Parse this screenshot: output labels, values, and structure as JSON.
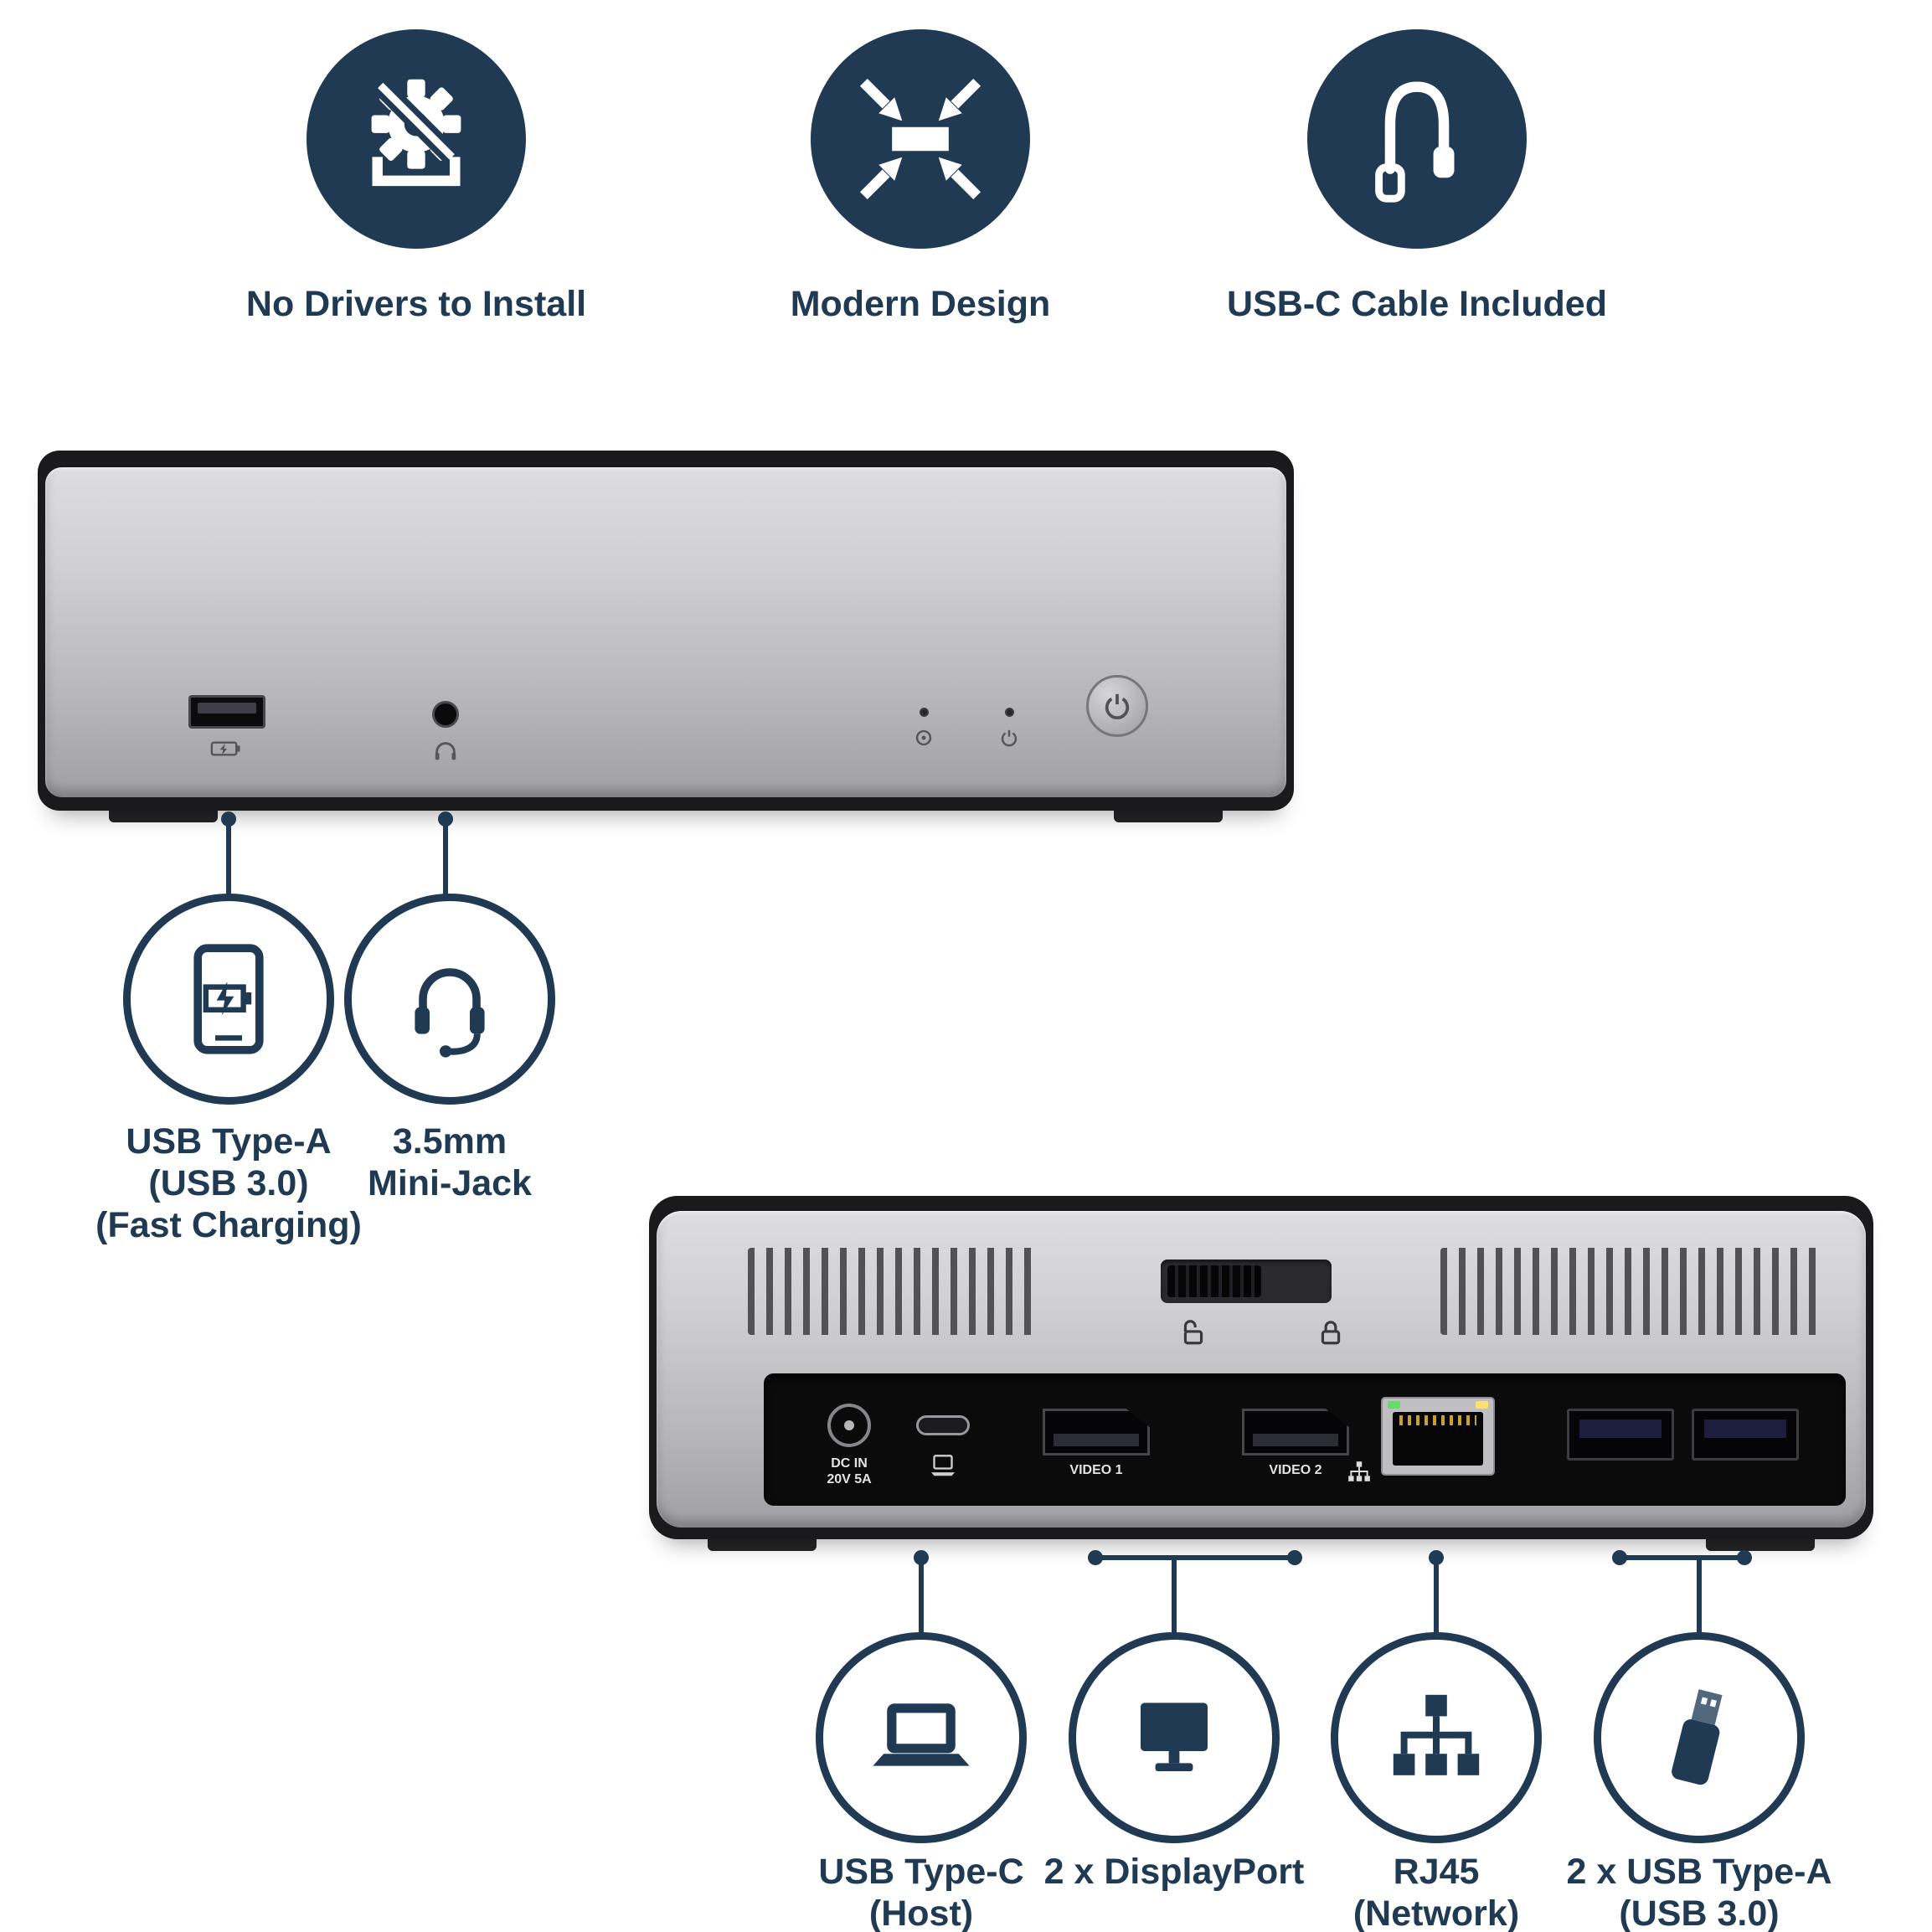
{
  "colors": {
    "navy": "#1f3a52",
    "silver": "#c4c4c6",
    "device_black": "#1a1a1c",
    "background": "#ffffff"
  },
  "features": [
    {
      "label": "No Drivers to Install",
      "icon": "no-drivers-icon"
    },
    {
      "label": "Modern Design",
      "icon": "modern-design-icon"
    },
    {
      "label": "USB-C Cable Included",
      "icon": "usbc-cable-icon"
    }
  ],
  "front_callouts": [
    {
      "icon": "phone-fast-charge-icon",
      "lines": [
        "USB Type-A",
        "(USB 3.0)",
        "(Fast Charging)"
      ]
    },
    {
      "icon": "headset-icon",
      "lines": [
        "3.5mm",
        "Mini-Jack"
      ]
    }
  ],
  "rear_callouts": [
    {
      "icon": "laptop-icon",
      "lines": [
        "USB Type-C",
        "(Host)"
      ]
    },
    {
      "icon": "monitor-icon",
      "lines": [
        "2 x DisplayPort"
      ]
    },
    {
      "icon": "network-icon",
      "lines": [
        "RJ45",
        "(Network)"
      ]
    },
    {
      "icon": "usb-flash-drive-icon",
      "lines": [
        "2 x USB Type-A",
        "(USB 3.0)"
      ]
    }
  ],
  "rear_ports": {
    "dc_line1": "DC IN",
    "dc_line2": "20V 5A",
    "video1": "VIDEO 1",
    "video2": "VIDEO 2"
  }
}
